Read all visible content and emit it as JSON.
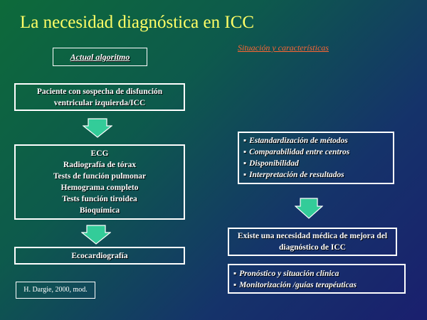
{
  "title": "La necesidad diagnóstica en ICC",
  "left": {
    "header": "Actual algoritmo",
    "box1_lines": [
      "Paciente con sospecha de disfunción",
      "ventricular izquierda/ICC"
    ],
    "box2_lines": [
      "ECG",
      "Radiografía de tórax",
      "Tests de función pulmonar",
      "Hemograma completo",
      "Tests función tiroidea",
      "Bioquímica"
    ],
    "box3_lines": [
      "Ecocardiografía"
    ],
    "reference": "H. Dargie, 2000, mod."
  },
  "right": {
    "header": "Situación y características",
    "list1": [
      "Estandardización de métodos",
      "Comparabilidad entre centros",
      "Disponibilidad",
      "Interpretación de resultados"
    ],
    "conclusion_lines": [
      "Existe una necesidad médica de mejora del",
      "diagnóstico de ICC"
    ],
    "list2": [
      "Pronóstico y  situación clínica",
      "Monitorización /guías terapéuticas"
    ]
  },
  "colors": {
    "title": "#ffff66",
    "right_header": "#ff6633",
    "arrow_fill": "#33cc99",
    "background_top": "#0d6a3a",
    "background_bottom": "#1a1f6e"
  }
}
